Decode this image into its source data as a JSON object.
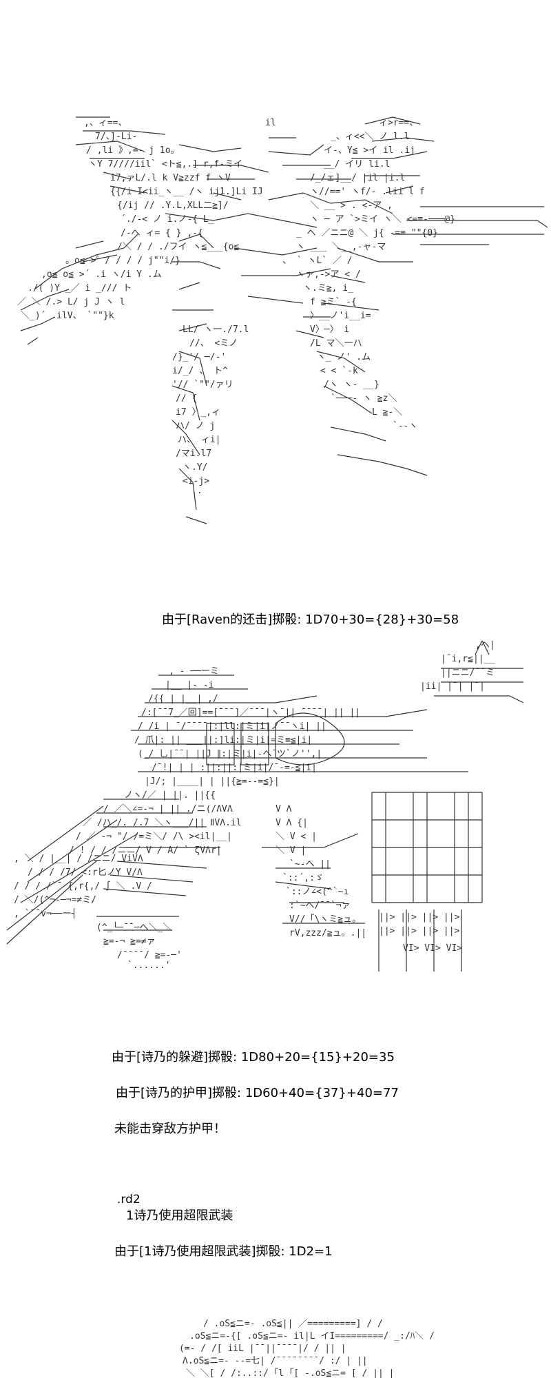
{
  "lines": {
    "raven_counter": "由于[Raven的还击]掷骰: 1D70+30={28}+30=58",
    "shino_evade": "由于[诗乃的躲避]掷骰: 1D80+20={15}+20=35",
    "shino_armor": "由于[诗乃的护甲]掷骰: 1D60+40={37}+40=77",
    "no_penetrate": "未能击穿敌方护甲！",
    "round": ".rd2",
    "ultimate_action": "1诗乃使用超限武装",
    "ultimate_roll": "由于[1诗乃使用超限武装]掷骰: 1D2=1"
  },
  "colors": {
    "text": "#000000",
    "art": "#333333",
    "background": "#ffffff"
  }
}
